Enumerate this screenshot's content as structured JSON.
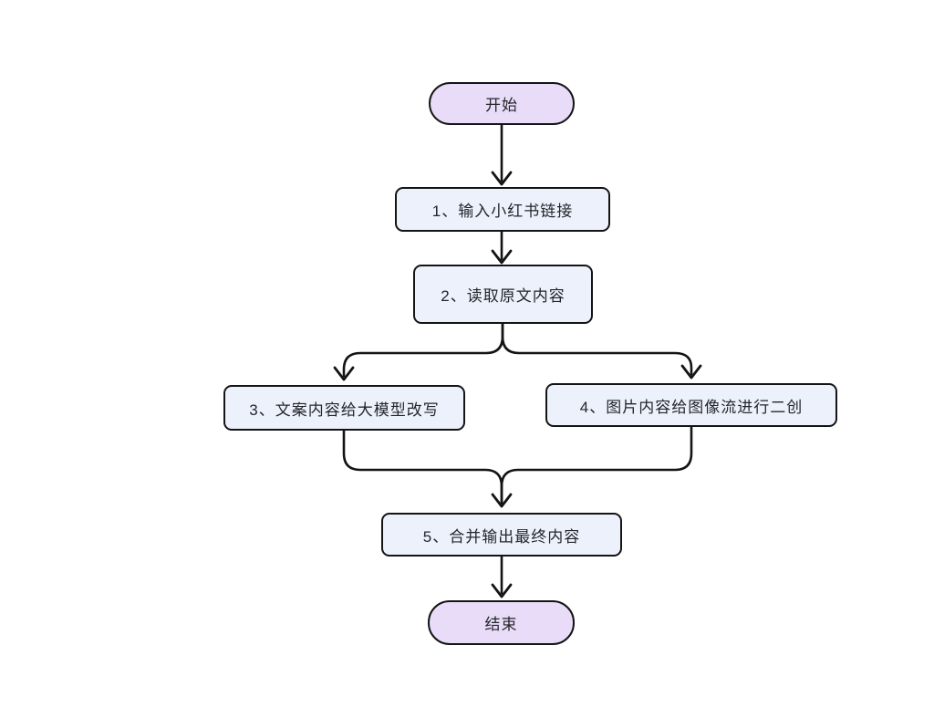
{
  "diagram": {
    "type": "flowchart",
    "direction": "top-down",
    "background_color": "#ffffff",
    "colors": {
      "terminal_fill": "#e9dcf8",
      "process_fill": "#ecf1fb",
      "border": "#141414",
      "connector": "#141414",
      "text": "#24262b"
    },
    "nodes": [
      {
        "id": "start",
        "shape": "pill",
        "label": "开始"
      },
      {
        "id": "step1",
        "shape": "rect",
        "label": "1、输入小红书链接"
      },
      {
        "id": "step2",
        "shape": "rect",
        "label": "2、读取原文内容"
      },
      {
        "id": "step3",
        "shape": "rect",
        "label": "3、文案内容给大模型改写"
      },
      {
        "id": "step4",
        "shape": "rect",
        "label": "4、图片内容给图像流进行二创"
      },
      {
        "id": "step5",
        "shape": "rect",
        "label": "5、合并输出最终内容"
      },
      {
        "id": "end",
        "shape": "pill",
        "label": "结束"
      }
    ],
    "edges": [
      {
        "from": "start",
        "to": "step1",
        "style": "arrow-down"
      },
      {
        "from": "step1",
        "to": "step2",
        "style": "arrow-down"
      },
      {
        "from": "step2",
        "to": "step3",
        "style": "branch-left"
      },
      {
        "from": "step2",
        "to": "step4",
        "style": "branch-right"
      },
      {
        "from": "step3",
        "to": "step5",
        "style": "merge-right"
      },
      {
        "from": "step4",
        "to": "step5",
        "style": "merge-left"
      },
      {
        "from": "step5",
        "to": "end",
        "style": "arrow-down"
      }
    ]
  }
}
